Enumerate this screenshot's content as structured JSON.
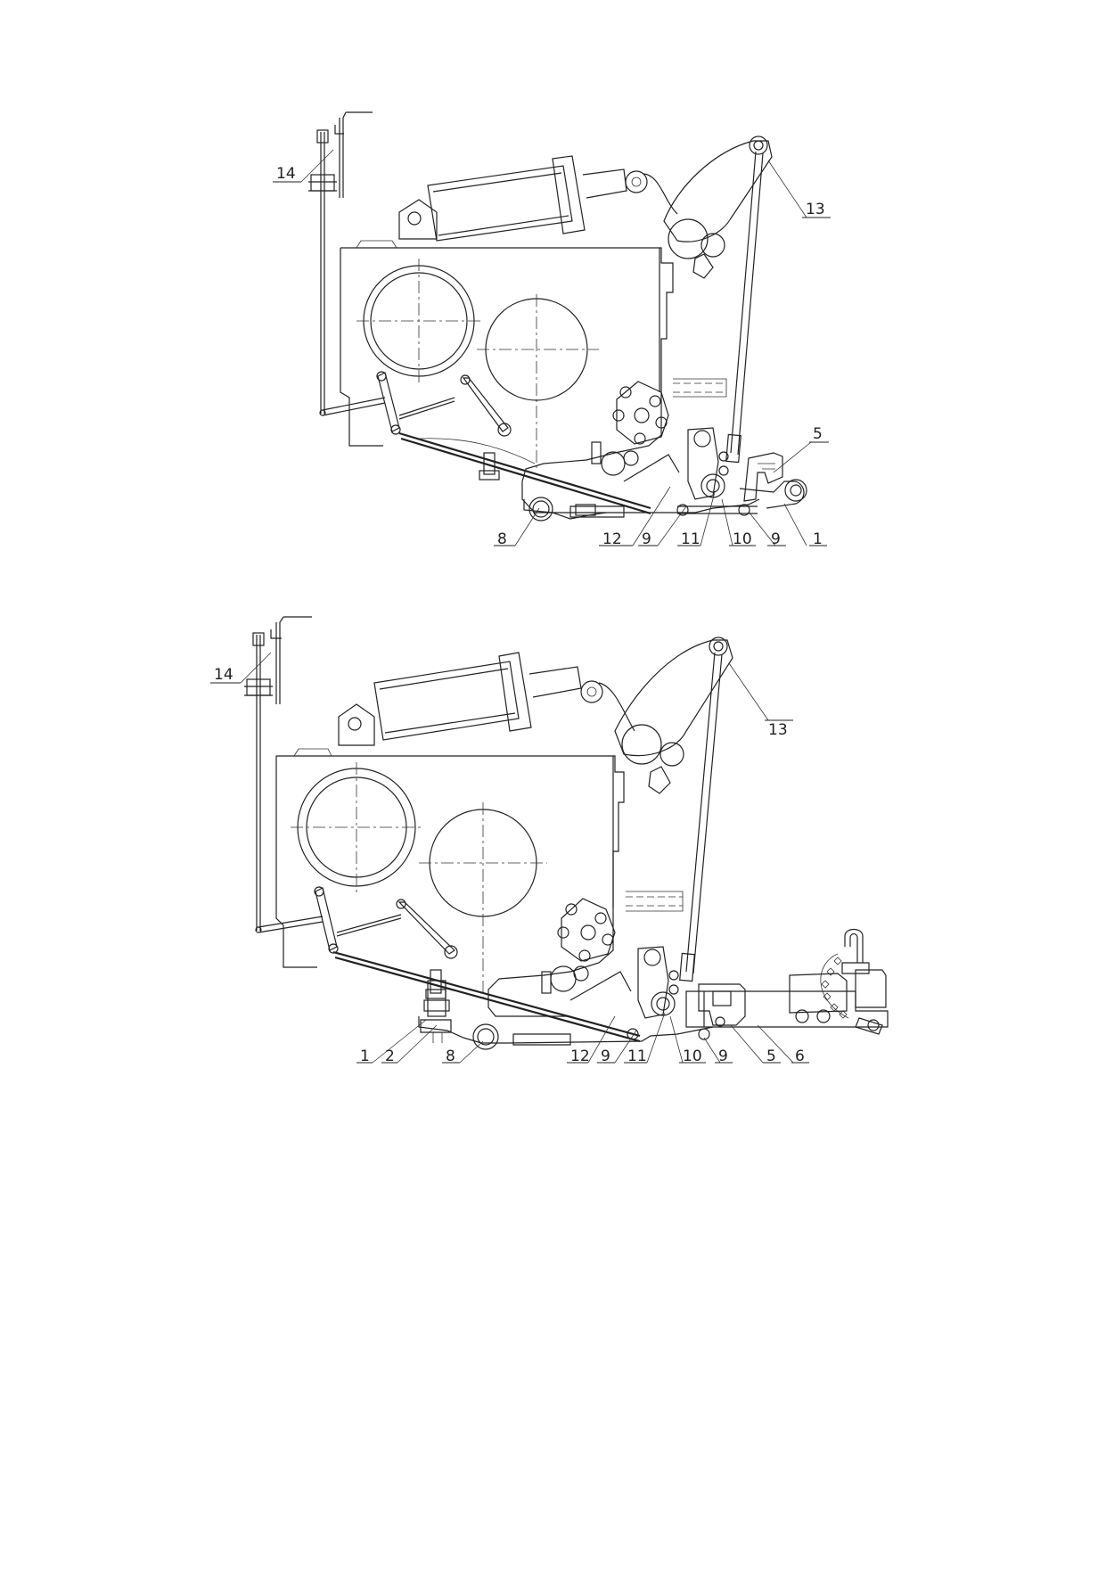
{
  "drawings": [
    {
      "id": "top",
      "callouts": [
        {
          "key": "c14",
          "label": "14"
        },
        {
          "key": "c13",
          "label": "13"
        },
        {
          "key": "c5",
          "label": "5"
        },
        {
          "key": "c8",
          "label": "8"
        },
        {
          "key": "c12",
          "label": "12"
        },
        {
          "key": "c9a",
          "label": "9"
        },
        {
          "key": "c11",
          "label": "11"
        },
        {
          "key": "c10",
          "label": "10"
        },
        {
          "key": "c9b",
          "label": "9"
        },
        {
          "key": "c1",
          "label": "1"
        }
      ]
    },
    {
      "id": "bottom",
      "callouts": [
        {
          "key": "c14",
          "label": "14"
        },
        {
          "key": "c13",
          "label": "13"
        },
        {
          "key": "c1",
          "label": "1"
        },
        {
          "key": "c2",
          "label": "2"
        },
        {
          "key": "c8",
          "label": "8"
        },
        {
          "key": "c12",
          "label": "12"
        },
        {
          "key": "c9a",
          "label": "9"
        },
        {
          "key": "c11",
          "label": "11"
        },
        {
          "key": "c10",
          "label": "10"
        },
        {
          "key": "c9b",
          "label": "9"
        },
        {
          "key": "c5",
          "label": "5"
        },
        {
          "key": "c6",
          "label": "6"
        }
      ]
    }
  ]
}
